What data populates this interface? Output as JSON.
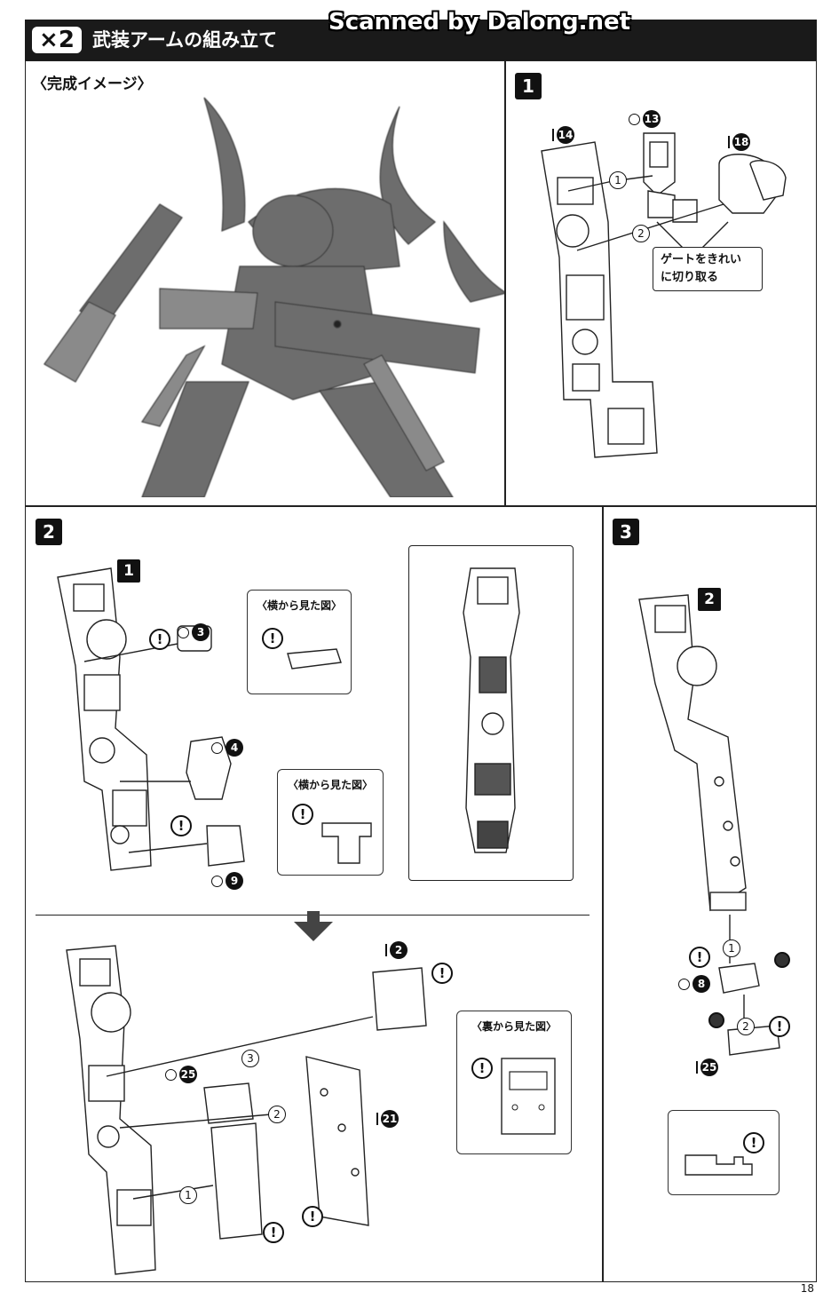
{
  "header": {
    "quantity": "×2",
    "title": "武装アームの組み立て",
    "watermark": "Scanned by Dalong.net"
  },
  "completion": {
    "label": "〈完成イメージ〉"
  },
  "step1": {
    "number": "1",
    "parts": [
      {
        "runner": "I",
        "runner_type": "bar",
        "part": "14"
      },
      {
        "runner": "O",
        "runner_type": "circle",
        "part": "13"
      },
      {
        "runner": "I",
        "runner_type": "bar",
        "part": "18"
      }
    ],
    "orders": [
      "1",
      "2"
    ],
    "note_line1": "ゲートをきれい",
    "note_line2": "に切り取る"
  },
  "step2": {
    "number": "2",
    "sub_ref": "1",
    "parts_top": [
      {
        "runner": "O",
        "runner_type": "circle",
        "part": "3"
      },
      {
        "runner": "O",
        "runner_type": "circle",
        "part": "4"
      },
      {
        "runner": "O",
        "runner_type": "circle",
        "part": "9"
      }
    ],
    "side_view_label_1": "〈横から見た図〉",
    "side_view_label_2": "〈横から見た図〉",
    "parts_bottom": [
      {
        "runner": "I",
        "runner_type": "bar",
        "part": "2"
      },
      {
        "runner": "O",
        "runner_type": "circle",
        "part": "25"
      },
      {
        "runner": "I",
        "runner_type": "bar",
        "part": "21"
      }
    ],
    "orders": [
      "1",
      "2",
      "3"
    ],
    "back_view_label": "〈裏から見た図〉"
  },
  "step3": {
    "number": "3",
    "sub_ref": "2",
    "parts": [
      {
        "runner": "O",
        "runner_type": "circle",
        "part": "8"
      },
      {
        "runner": "I",
        "runner_type": "bar",
        "part": "25"
      }
    ],
    "orders": [
      "1",
      "2"
    ]
  },
  "attention_symbol": "!",
  "page_number": "18"
}
